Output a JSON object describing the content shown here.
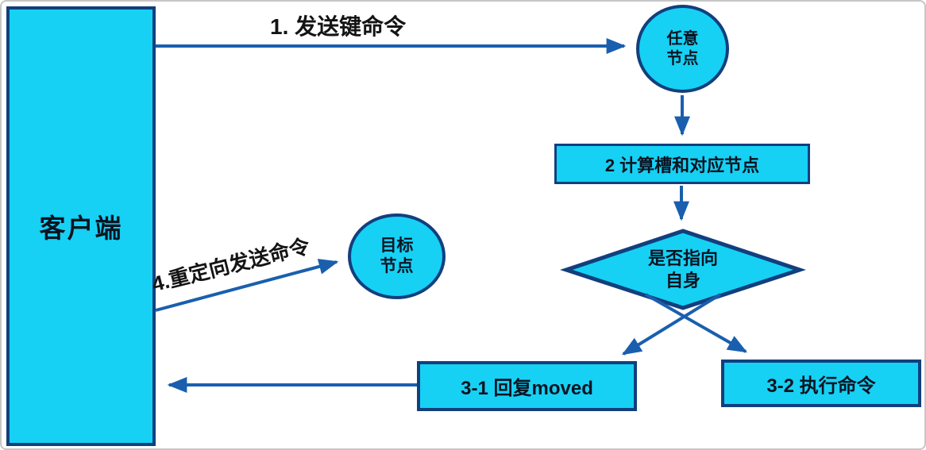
{
  "diagram": {
    "colors": {
      "bg": "#ffffff",
      "frame": "#c6c6c6",
      "shape_fill": "#16d1f4",
      "shape_border": "#123f7d",
      "arrow": "#1a5fae",
      "text": "#0c1321",
      "label_text": "#141414"
    },
    "nodes": {
      "client": {
        "label": "客户端"
      },
      "any_node": {
        "line1": "任意",
        "line2": "节点"
      },
      "compute_slot": {
        "label": "2 计算槽和对应节点"
      },
      "decision": {
        "line1": "是否指向",
        "line2": "自身"
      },
      "reply_moved": {
        "label": "3-1 回复moved"
      },
      "execute_command": {
        "label": "3-2 执行命令"
      },
      "target_node": {
        "line1": "目标",
        "line2": "节点"
      }
    },
    "edge_labels": {
      "send_key_command": "1. 发送键命令",
      "redirect_send_command": "4.重定向发送命令"
    }
  }
}
